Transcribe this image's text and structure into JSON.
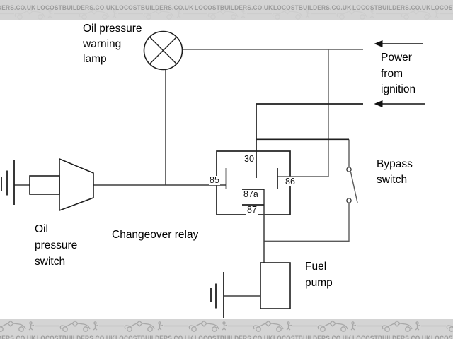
{
  "banner": {
    "text": "LOCOSTBUILDERS.CO.UK",
    "bg_color": "#d4d4d4",
    "text_color": "#9b9b9b",
    "car_color_bottom": "#a8a8a8",
    "car_color_top": "#c6c6c6"
  },
  "diagram": {
    "warning_lamp": {
      "lines": [
        "Oil pressure",
        "warning",
        "lamp"
      ]
    },
    "power_source": {
      "lines": [
        "Power",
        "from",
        "ignition"
      ]
    },
    "bypass_switch": {
      "lines": [
        "Bypass",
        "switch"
      ]
    },
    "relay": {
      "label": "Changeover relay",
      "terminals": {
        "t30": "30",
        "t85": "85",
        "t86": "86",
        "t87a": "87a",
        "t87": "87"
      }
    },
    "oil_switch": {
      "lines": [
        "Oil",
        "pressure",
        "switch"
      ]
    },
    "fuel_pump": {
      "lines": [
        "Fuel",
        "pump"
      ]
    }
  },
  "colors": {
    "wire_black": "#1f1f1f",
    "wire_medium": "#3d3d3d",
    "wire_gray": "#5a5a5a",
    "background": "#ffffff"
  }
}
